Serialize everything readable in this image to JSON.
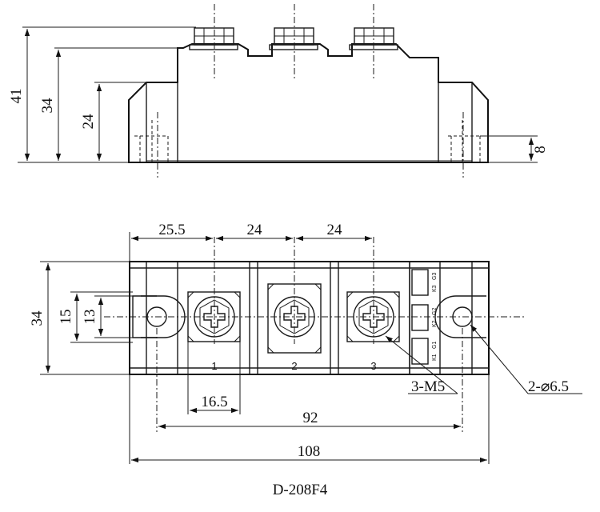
{
  "caption": "D-208F4",
  "side_view": {
    "dims": {
      "h41": "41",
      "h34": "34",
      "h24": "24",
      "h8": "8"
    }
  },
  "top_view": {
    "dims": {
      "w25_5": "25.5",
      "w24a": "24",
      "w24b": "24",
      "w16_5": "16.5",
      "w92": "92",
      "w108": "108",
      "h34": "34",
      "h15": "15",
      "h13": "13"
    },
    "terminals": [
      "1",
      "2",
      "3"
    ],
    "gate_labels": [
      {
        "k": "K3",
        "g": "G3"
      },
      {
        "k": "K2",
        "g": "G2"
      },
      {
        "k": "K1",
        "g": "G1"
      }
    ],
    "callouts": {
      "screw": "3-M5",
      "hole": "2-⌀6.5"
    }
  }
}
